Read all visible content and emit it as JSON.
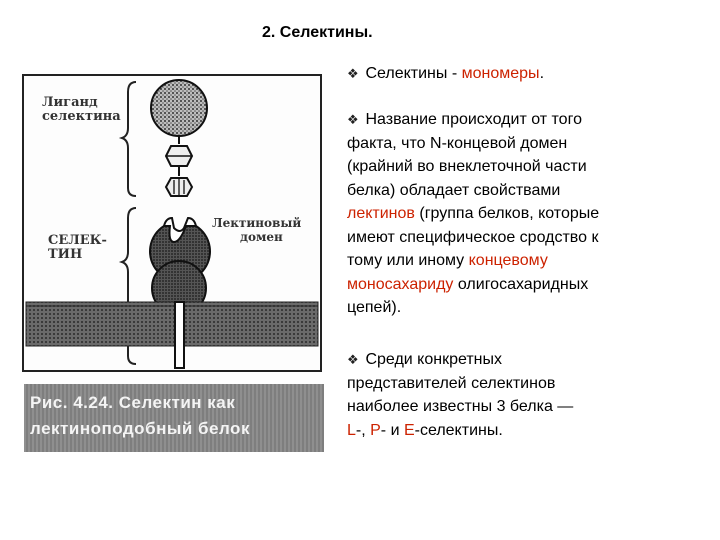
{
  "title": "2. Селектины.",
  "figure": {
    "label_ligand": [
      "Лиганд",
      "селектина"
    ],
    "label_selectin": [
      "СЕЛЕК-",
      "ТИН"
    ],
    "label_lectin": [
      "Лектиновый",
      "домен"
    ],
    "caption": [
      "Рис. 4.24. Селектин как",
      "лектиноподобный белок"
    ]
  },
  "bullets": [
    {
      "icon": "diamond-bullet-icon",
      "parts": [
        {
          "t": "Селектины ",
          "red": false
        },
        {
          "t": "- ",
          "red": false
        },
        {
          "t": "мономеры",
          "red": true
        },
        {
          "t": ".",
          "red": false
        }
      ]
    },
    {
      "icon": "diamond-bullet-icon",
      "lines": [
        [
          {
            "t": "Название происходит от того",
            "red": false
          }
        ],
        [
          {
            "t": "факта, что N-концевой домен",
            "red": false
          }
        ],
        [
          {
            "t": "(крайний во внеклеточной части",
            "red": false
          }
        ],
        [
          {
            "t": "белка) обладает свойствами",
            "red": false
          }
        ],
        [
          {
            "t": "лектинов",
            "red": true
          },
          {
            "t": " (группа белков, которые",
            "red": false
          }
        ],
        [
          {
            "t": "имеют специфическое сродство к",
            "red": false
          }
        ],
        [
          {
            "t": "тому или иному ",
            "red": false
          },
          {
            "t": "концевому",
            "red": true
          }
        ],
        [
          {
            "t": "моносахариду",
            "red": true
          },
          {
            "t": " олигосахаридных",
            "red": false
          }
        ],
        [
          {
            "t": "цепей).",
            "red": false
          }
        ]
      ]
    },
    {
      "icon": "diamond-bullet-icon",
      "lines": [
        [
          {
            "t": "Среди конкретных",
            "red": false
          }
        ],
        [
          {
            "t": "представителей селектинов",
            "red": false
          }
        ],
        [
          {
            "t": "наиболее известны 3 белка —",
            "red": false
          }
        ],
        [
          {
            "t": "L",
            "red": true
          },
          {
            "t": "-, ",
            "red": false
          },
          {
            "t": "P",
            "red": true
          },
          {
            "t": "- и ",
            "red": false
          },
          {
            "t": "E",
            "red": true
          },
          {
            "t": "-селектины.",
            "red": false
          }
        ]
      ]
    }
  ],
  "colors": {
    "accent_red": "#cc2200",
    "text": "#000000"
  }
}
